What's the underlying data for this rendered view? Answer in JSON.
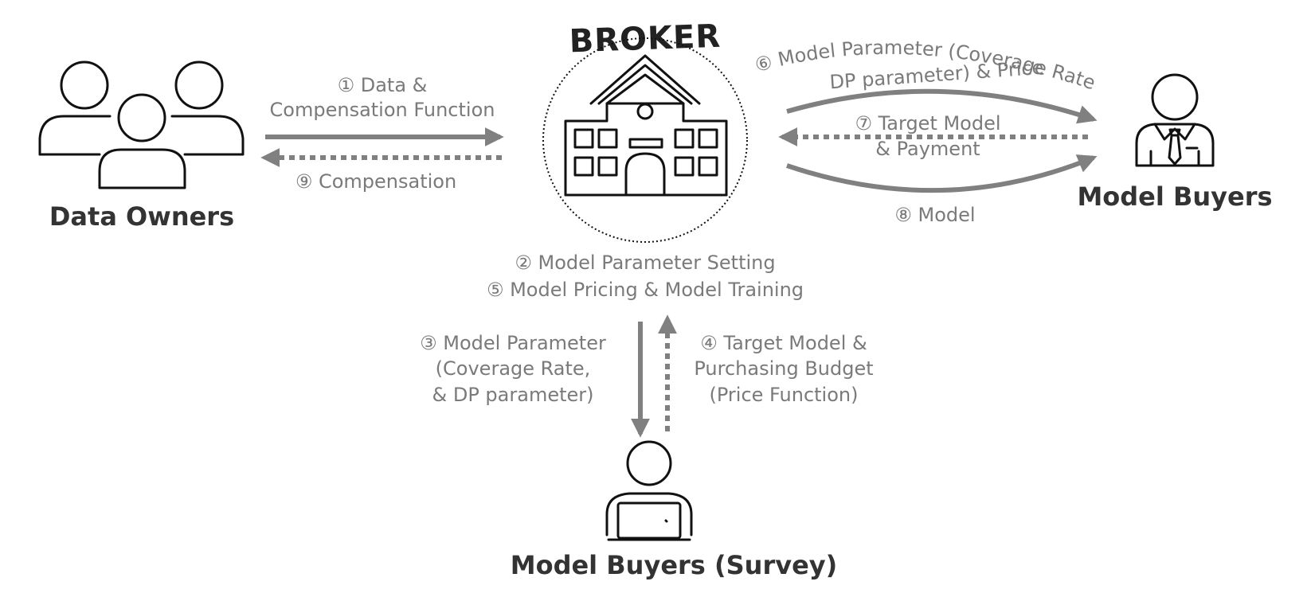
{
  "broker": {
    "title": "BROKER"
  },
  "actors": {
    "data_owners": "Data Owners",
    "model_buyers": "Model Buyers",
    "model_buyers_survey": "Model Buyers (Survey)"
  },
  "steps": {
    "s1": {
      "line1": "① Data &",
      "line2": "Compensation Function"
    },
    "s9": "⑨ Compensation",
    "s2": "② Model Parameter Setting",
    "s5": "⑤ Model Pricing & Model Training",
    "s3": {
      "line1": "③ Model Parameter",
      "line2": "(Coverage Rate,",
      "line3": "& DP parameter)"
    },
    "s4": {
      "line1": "④ Target Model &",
      "line2": "Purchasing Budget",
      "line3": "(Price Function)"
    },
    "s6": {
      "line1": "⑥ Model Parameter (Coverage Rate,",
      "line2": "DP parameter) & Price"
    },
    "s7": {
      "line1": "⑦ Target Model",
      "line2": "& Payment"
    },
    "s8": "⑧ Model"
  }
}
